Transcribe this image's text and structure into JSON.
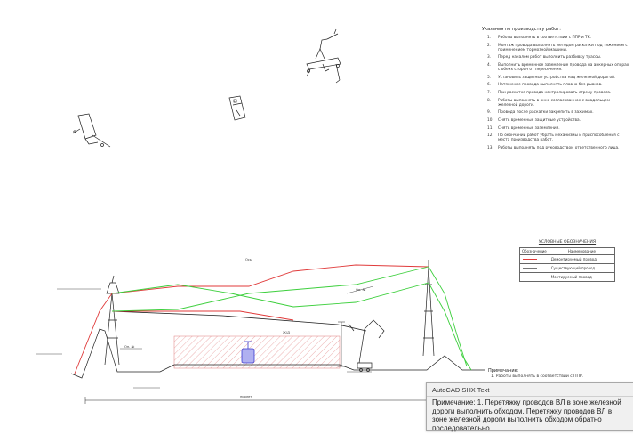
{
  "drawing": {
    "notes_title": "Указания по производству работ:",
    "notes": [
      {
        "num": "1.",
        "text": "Работы выполнять в соответствии с ППР и ТК."
      },
      {
        "num": "2.",
        "text": "Монтаж провода выполнять методом раскатки под тяжением с применением тормозной машины."
      },
      {
        "num": "3.",
        "text": "Перед началом работ выполнить разбивку трассы."
      },
      {
        "num": "4.",
        "text": "Выполнить временное заземление провода на анкерных опорах с обеих сторон от пересечения."
      },
      {
        "num": "5.",
        "text": "Установить защитные устройства над железной дорогой."
      },
      {
        "num": "6.",
        "text": "Натяжение провода выполнять плавно без рывков."
      },
      {
        "num": "7.",
        "text": "При раскатке провода контролировать стрелу провеса."
      },
      {
        "num": "8.",
        "text": "Работы выполнять в окно согласованное с владельцем железной дороги."
      },
      {
        "num": "9.",
        "text": "Провода после раскатки закрепить в зажимах."
      },
      {
        "num": "10.",
        "text": "Снять временные защитные устройства."
      },
      {
        "num": "11.",
        "text": "Снять временные заземления."
      },
      {
        "num": "12.",
        "text": "По окончании работ убрать механизмы и приспособления с места производства работ."
      },
      {
        "num": "13.",
        "text": "Работы выполнять под руководством ответственного лица."
      }
    ],
    "legend": {
      "title": "УСЛОВНЫЕ ОБОЗНАЧЕНИЯ",
      "header_symbol": "Обозначение",
      "header_name": "Наименование",
      "rows": [
        {
          "color": "#e03a3a",
          "text": "Демонтируемый провод"
        },
        {
          "color": "#777777",
          "text": "Существующий провод"
        },
        {
          "color": "#3ccf3c",
          "text": "Монтируемый провод"
        }
      ]
    },
    "label_center_top": "Ось",
    "label_rail": "Ж/Д",
    "label_left_tower": "Оп. №",
    "label_right_tower": "Оп. №",
    "label_span": "пролет",
    "foot_title": "Примечание:",
    "foot_note": "1. Работы выполнять в соответствии с ППР."
  },
  "popup": {
    "title": "AutoCAD SHX Text",
    "text": "Примечание: 1. Перетяжку проводов ВЛ в зоне железной дороги выполнить обходом. Перетяжку проводов ВЛ в зоне железной дороги выполнить обходом обратно последовательно."
  },
  "colors": {
    "red": "#e03a3a",
    "green": "#3ccf3c",
    "line": "#222222"
  }
}
